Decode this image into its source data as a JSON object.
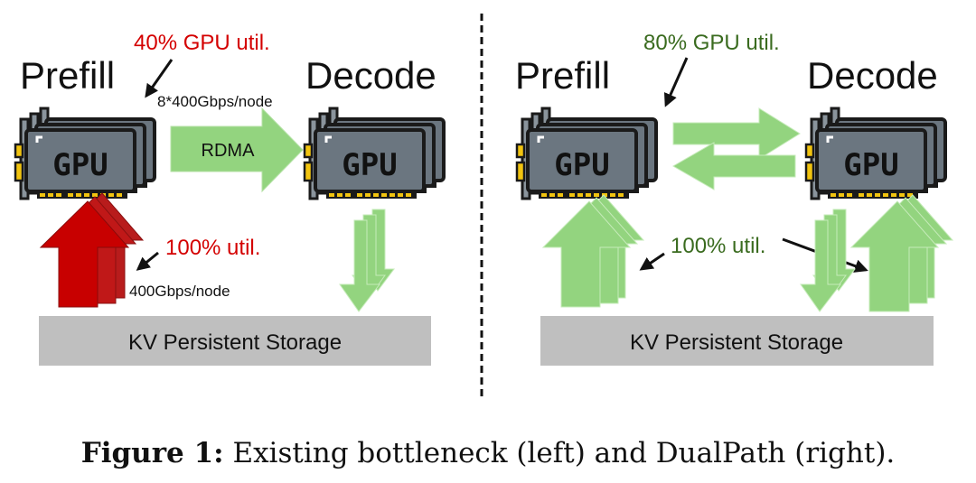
{
  "left": {
    "prefill_label": "Prefill",
    "decode_label": "Decode",
    "gpu_util": "40% GPU util.",
    "rdma_bandwidth": "8*400Gbps/node",
    "rdma_label": "RDMA",
    "storage_util": "100% util.",
    "storage_bandwidth": "400Gbps/node",
    "storage_label": "KV Persistent Storage"
  },
  "right": {
    "prefill_label": "Prefill",
    "decode_label": "Decode",
    "gpu_util": "80% GPU util.",
    "storage_util": "100% util.",
    "storage_label": "KV Persistent Storage"
  },
  "gpu_label": "GPU",
  "caption": {
    "prefix": "Figure 1:",
    "text": " Existing bottleneck (left) and DualPath (right)."
  },
  "colors": {
    "bottleneck_red": "#c00000",
    "ok_green": "#93d47f",
    "util_text_green": "#3a6b1f",
    "storage_gray": "#bfbfbf",
    "gpu_body": "#6b7680",
    "gpu_pins": "#f2c40f"
  }
}
